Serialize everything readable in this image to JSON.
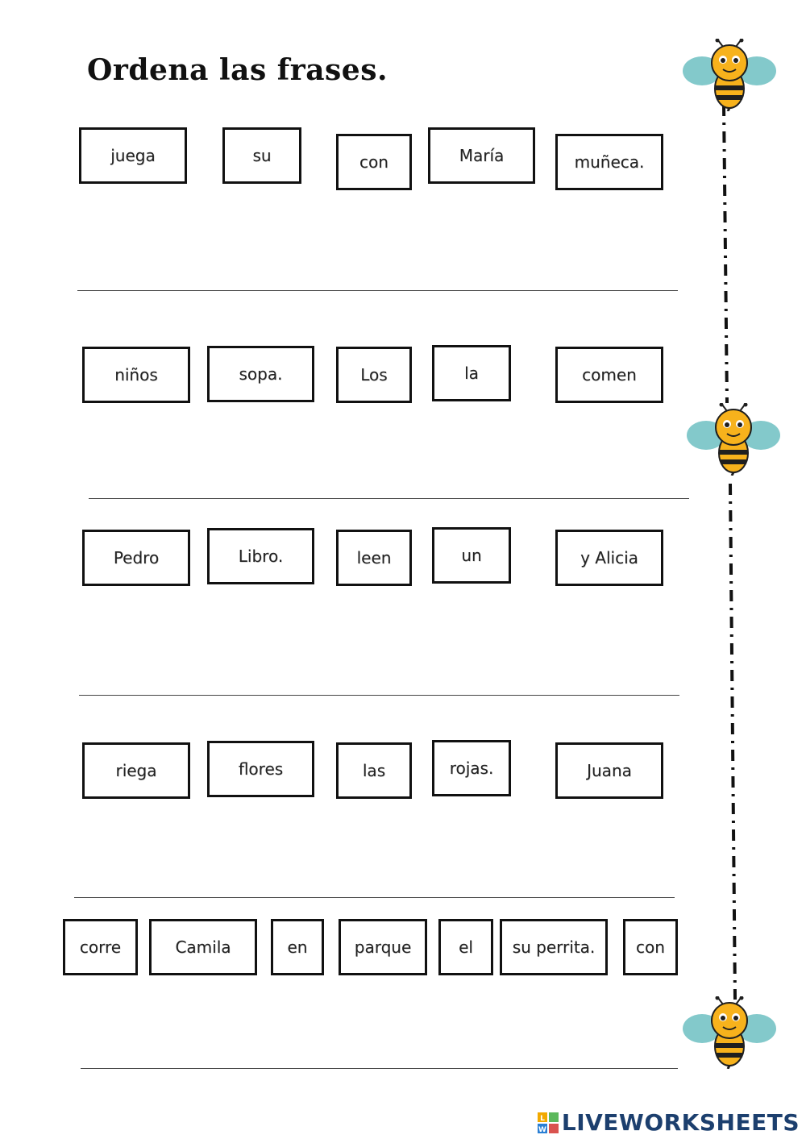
{
  "title": "Ordena las frases.",
  "rows": [
    {
      "words": [
        "juega",
        "su",
        "con",
        "María",
        "muñeca."
      ]
    },
    {
      "words": [
        "niños",
        "sopa.",
        "Los",
        "la",
        "comen"
      ]
    },
    {
      "words": [
        "Pedro",
        "Libro.",
        "leen",
        "un",
        "y Alicia"
      ]
    },
    {
      "words": [
        "riega",
        "flores",
        "las",
        "rojas.",
        "Juana"
      ]
    },
    {
      "words": [
        "corre",
        "Camila",
        "en",
        "parque",
        "el",
        "su perrita.",
        "con"
      ]
    }
  ],
  "footer": {
    "brand": "LIVEWORKSHEETS",
    "logo_letters": [
      "L",
      "W"
    ]
  },
  "colors": {
    "bee_yellow": "#f7b21c",
    "bee_stripe": "#1f1f1f",
    "wing": "#7cc6c8",
    "brand": "#1c3f6e"
  }
}
